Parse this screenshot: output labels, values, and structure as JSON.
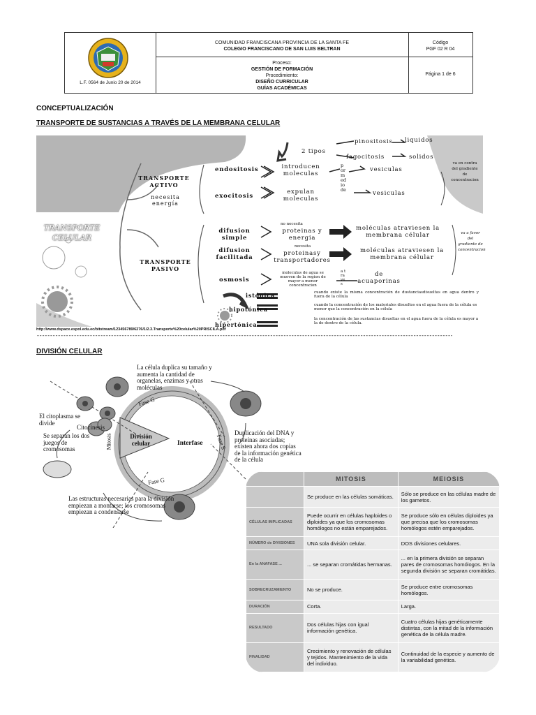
{
  "header": {
    "lf_text": "L.F. 0564 de Junio 20 de 2014",
    "org_line1": "COMUNIDAD FRANCISCANA PROVINCIA DE LA SANTA FE",
    "org_line2": "COLEGIO FRANCISCANO DE SAN LUIS BELTRAN",
    "codigo_label": "Código",
    "codigo_value": "PGF 02 R 04",
    "proceso_label": "Proceso:",
    "proceso_value": "GESTIÓN DE FORMACIÓN",
    "procedimiento_label": "Procedimiento:",
    "procedimiento_value1": "DISEÑO CURRICULAR",
    "procedimiento_value2": "GUÍAS ACADÉMICAS",
    "pagina": "Página 1 de 6"
  },
  "section1": {
    "title": "CONCEPTUALIZACIÓN"
  },
  "section2": {
    "title": "TRANSPORTE DE SUSTANCIAS A TRAVÉS DE LA MEMBRANA CELULAR"
  },
  "membrane": {
    "center_label": "TRANSPORTE CELULAR",
    "activo": {
      "title": "TRANSPORTE ACTIVO",
      "sub": "necesita energía"
    },
    "pasivo": {
      "title": "TRANSPORTE PASIVO"
    },
    "endositosis": "endositosis",
    "exocitosis": "exocitosis",
    "introducen": "introducen moleculas",
    "expulan": "expulan moleculas",
    "por_medio": "por medio de",
    "vesiculas1": "vesiculas",
    "vesiculas2": "vesiculas",
    "dos_tipos": "2 tipos",
    "pinositosis": "pinositosis",
    "fagocitosis": "fagocitosis",
    "liquidos": "liquidos",
    "solidos": "solidos",
    "contra": "va en contra del gradiente de concentracion",
    "favor": "va a favor del gradiente de concentracion",
    "difusion_simple": "difusion simple",
    "no_necesita": "no necesita",
    "proteinas_energia": "proteinas y energia",
    "difusion_facilitada": "difusion facilitada",
    "necesita": "necesita",
    "proteinas_transportadores": "proteinasy transportadores",
    "moleculas1": "moléculas atraviesen la membrana célular",
    "moleculas2": "moléculas atraviesen la membrana célular",
    "osmosis": "osmosis",
    "osmosis_desc": "moleculas de agua se mueven de la region de mayor a menor concentracion",
    "atraves": "a traves",
    "de_acuaporinas": "de acuaporinas",
    "isotonica": "istónica",
    "isotonica_desc": "cuando existe la misma concentración de dustanciasdisueltas en agua dentro y fuera de la célula",
    "hipotonica": "hipotónica",
    "hipotonica_desc": "cuando la concentración de los materiales disueltos en el agua fuera de la célula es menor que la concentración en la célula",
    "hipertonica": "hipertónica",
    "hipertonica_desc": "la concentración de las sustancias disueltas en el agua fuera de la célula es mayor a la de dentro de la célula."
  },
  "source_url": "http://www.dspace.espol.edu.ec/bitstream/123456789/6276/1/2.3.Transporte%20celular%20PRISCILA.pdf",
  "section3": {
    "title": "DIVISIÓN CELULAR"
  },
  "cell_cycle": {
    "duplica": "La célula duplica su tamaño y aumenta la cantidad de organelas, enzimas y otras moléculas",
    "citoplasma": "El citoplasma se divide",
    "citocinesis": "Citocinesis",
    "separan": "Se separan los dos juegos de cromosomas",
    "fase_g_top": "Fase G",
    "fase_s": "Fase S",
    "fase_g_bottom": "Fase G",
    "mitosis": "Mitosis",
    "division": "División celular",
    "interfase": "Interfase",
    "duplicacion": "Duplicación del DNA y proteínas asociadas; existen ahora dos copias de la información genética de la célula",
    "estructuras": "Las estructuras necesarias para la división empiezan a montarse; los cromosomas empiezan a condensarse"
  },
  "comparison": {
    "columns": [
      "",
      "MITOSIS",
      "MEIOSIS"
    ],
    "rows": [
      [
        "",
        "Se produce en las células somáticas.",
        "Sólo se produce en las células madre de los gametos."
      ],
      [
        "CÉLULAS IMPLICADAS",
        "Puede ocurrir en células haploides o diploides ya que los cromosomas homólogos no están emparejados.",
        "Se produce sólo en células diploides ya que precisa que los cromosomas homólogos estén emparejados."
      ],
      [
        "NÚMERO de DIVISIONES",
        "UNA sola división celular.",
        "DOS divisiones celulares."
      ],
      [
        "En la ANAFASE ...",
        "... se separan cromátidas hermanas.",
        "... en la primera división se separan pares de cromosomas homólogos. En la segunda división se separan cromátidas."
      ],
      [
        "SOBRECRUZAMIENTO",
        "No se produce.",
        "Se produce entre cromosomas homólogos."
      ],
      [
        "DURACIÓN",
        "Corta.",
        "Larga."
      ],
      [
        "RESULTADO",
        "Dos células hijas con igual información genética.",
        "Cuatro células hijas genéticamente distintas, con la mitad de la información genética de la célula madre."
      ],
      [
        "FINALIDAD",
        "Crecimiento y renovación de células y tejidos. Mantenimiento de la vida del individuo.",
        "Continuidad de la especie y aumento de la variabilidad genética."
      ]
    ]
  }
}
